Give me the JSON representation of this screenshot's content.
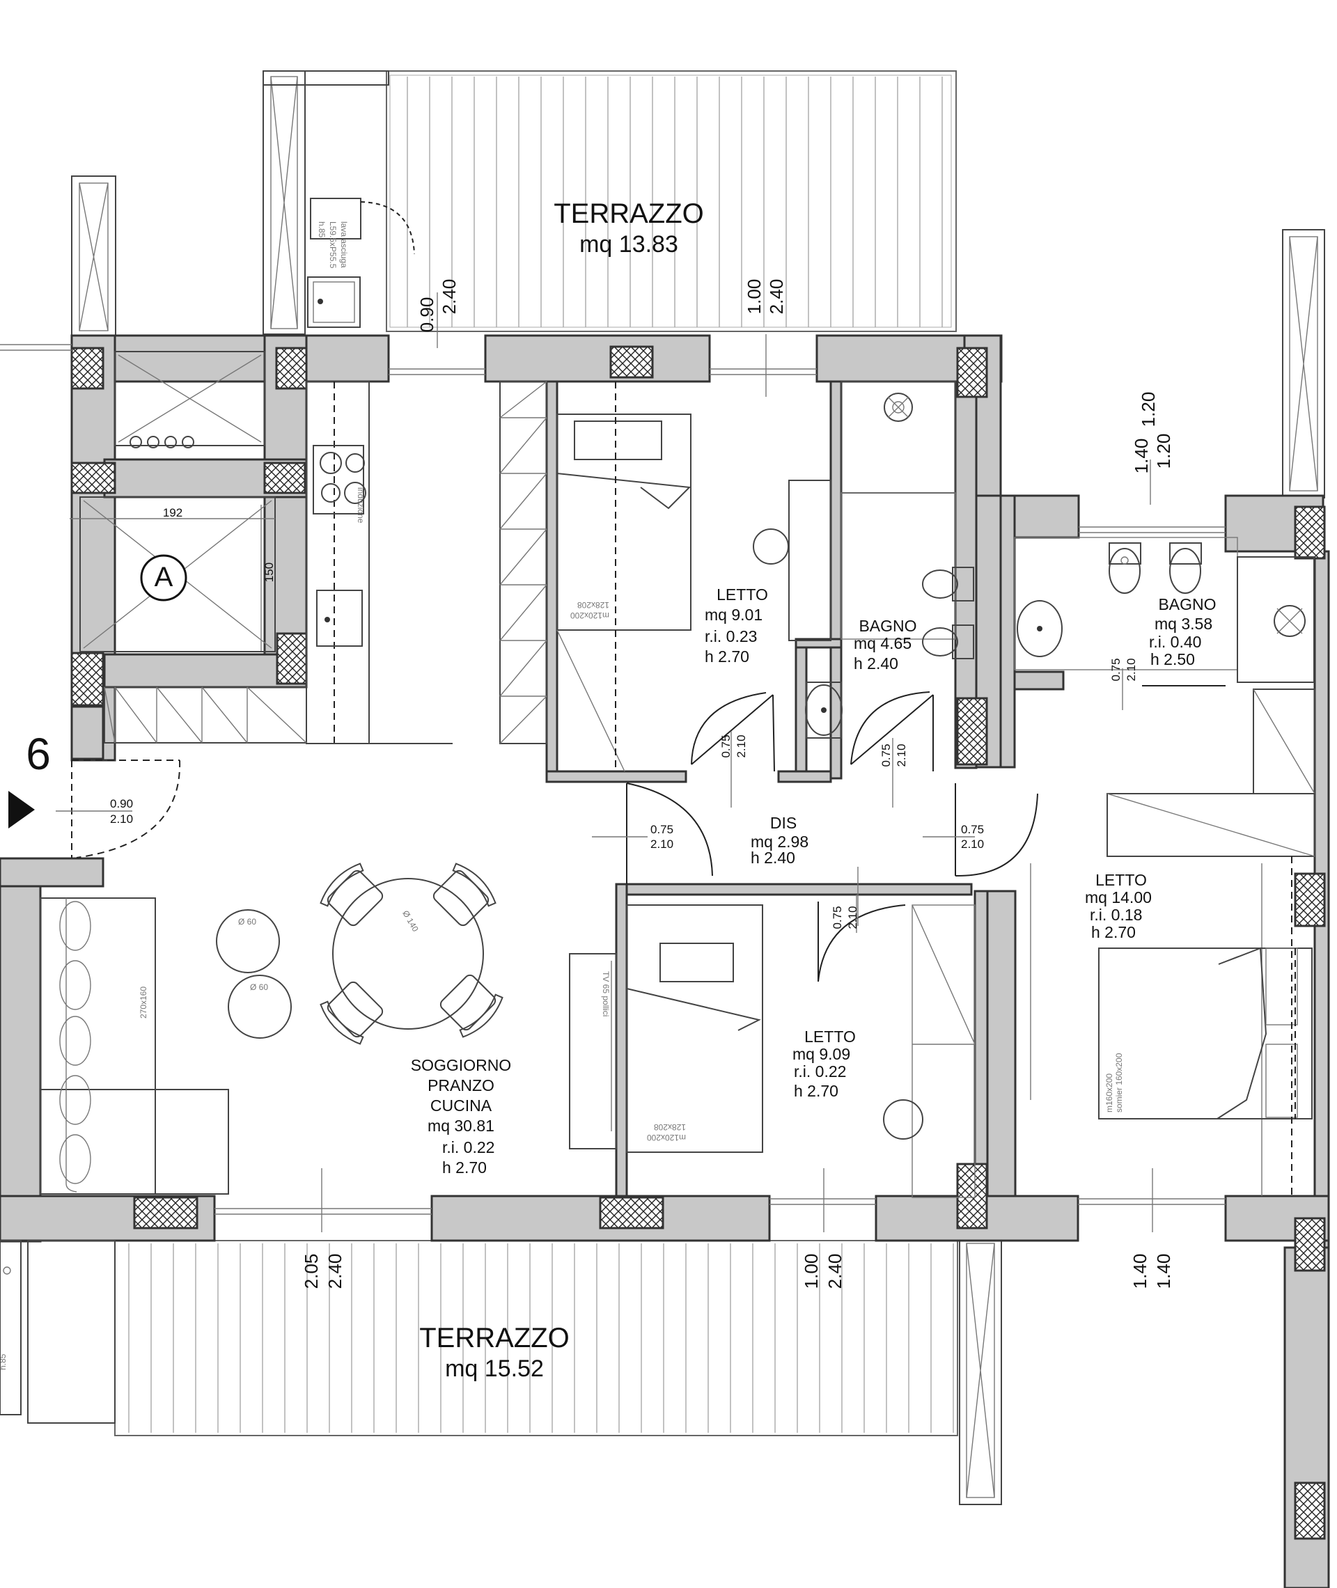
{
  "drawing": {
    "terrace_top": {
      "name": "TERRAZZO",
      "area": "mq 13.83"
    },
    "terrace_bottom": {
      "name": "TERRAZZO",
      "area": "mq 15.52"
    },
    "living": {
      "line1": "SOGGIORNO",
      "line2": "PRANZO",
      "line3": "CUCINA",
      "area": "mq 30.81",
      "ri": "r.i. 0.22",
      "h": "h 2.70"
    },
    "letto_1": {
      "name": "LETTO",
      "area": "mq 9.01",
      "ri": "r.i. 0.23",
      "h": "h 2.70"
    },
    "bagno_1": {
      "name": "BAGNO",
      "area": "mq 4.65",
      "h": "h 2.40"
    },
    "bagno_2": {
      "name": "BAGNO",
      "area": "mq 3.58",
      "ri": "r.i. 0.40",
      "h": "h 2.50"
    },
    "dis": {
      "name": "DIS",
      "area": "mq 2.98",
      "h": "h 2.40"
    },
    "letto_2": {
      "name": "LETTO",
      "area": "mq 9.09",
      "ri": "r.i. 0.22",
      "h": "h 2.70"
    },
    "letto_3": {
      "name": "LETTO",
      "area": "mq 14.00",
      "ri": "r.i. 0.18",
      "h": "h 2.70"
    },
    "elevator": {
      "symbol": "A",
      "width": "192",
      "depth": "150"
    },
    "unit_number": "6",
    "entrance": {
      "w": "0.90",
      "h": "2.10"
    },
    "dims": {
      "top_win1": {
        "w": "0.90",
        "h": "2.40"
      },
      "top_win2": {
        "w": "1.00",
        "h": "2.40"
      },
      "bath_win": {
        "w": "1.40",
        "h": "1.20",
        "h2": "1.20"
      },
      "bot_win1": {
        "w": "2.05",
        "h": "2.40"
      },
      "bot_win2": {
        "w": "1.00",
        "h": "2.40"
      },
      "bot_win3": {
        "w": "1.40",
        "h": "1.40"
      }
    },
    "doors": {
      "w": "0.75",
      "h": "2.10"
    },
    "notes": {
      "washer": "lava asciuga",
      "washer_dims": "L59.5xP55.5",
      "washer_h": "h.85",
      "hob": "induzione",
      "table": "Ø 140",
      "ottoman": "Ø 60",
      "sofa": "270x160",
      "bed_single": "m120x200",
      "bed_single_b": "128x208",
      "tv": "TV 65 pollici",
      "bed_double": "m160x200",
      "bed_double_b": "somier 160x200",
      "side_h": "h.85"
    }
  }
}
